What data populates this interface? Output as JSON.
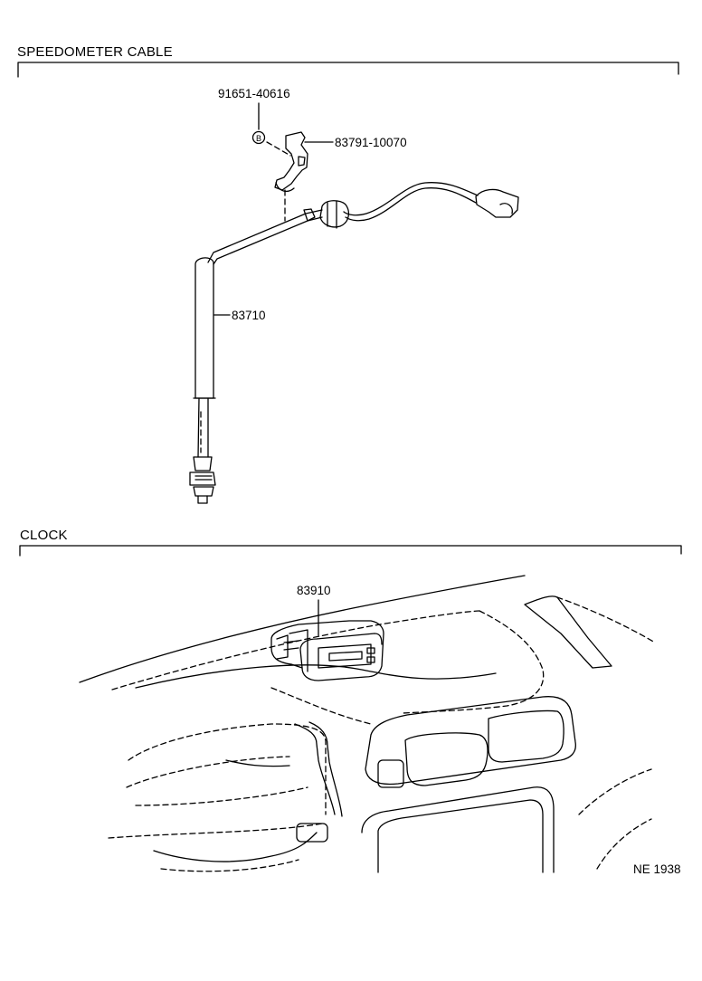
{
  "sections": {
    "speedometer": {
      "title": "SPEEDOMETER CABLE",
      "parts": {
        "bolt": "91651-40616",
        "clamp": "83791-10070",
        "cable": "83710"
      },
      "bolt_marker": "B"
    },
    "clock": {
      "title": "CLOCK",
      "parts": {
        "clock": "83910"
      }
    }
  },
  "figure_code": "NE 1938"
}
